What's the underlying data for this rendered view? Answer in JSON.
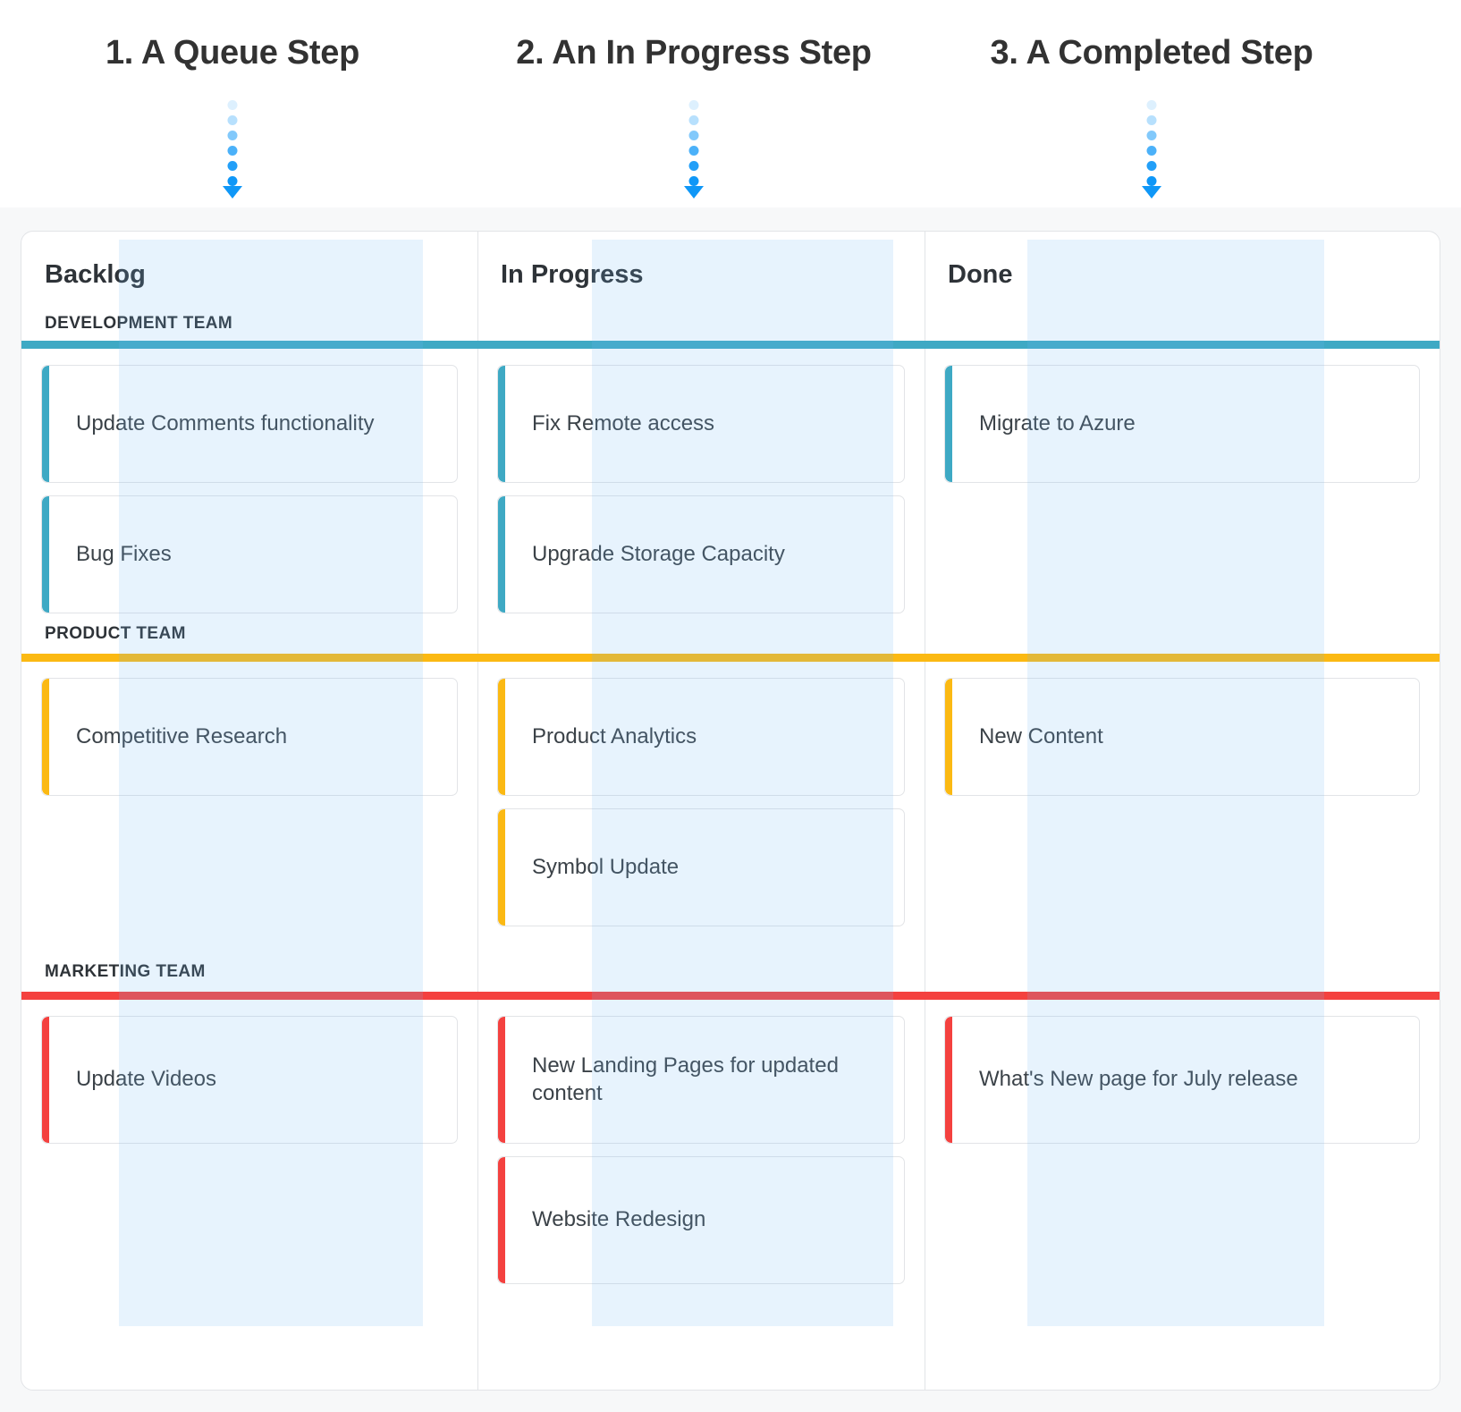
{
  "steps": [
    {
      "label": "1. A Queue Step",
      "arrow_icon": "arrow-down-dotted-icon"
    },
    {
      "label": "2. An In Progress Step",
      "arrow_icon": "arrow-down-dotted-icon"
    },
    {
      "label": "3. A Completed Step",
      "arrow_icon": "arrow-down-dotted-icon"
    }
  ],
  "colors": {
    "arrow": "#0f97f7",
    "highlight": "#e3f1fc",
    "development": "#3ea9c4",
    "product": "#fbb913",
    "marketing": "#f4413f",
    "board_border": "#e2e4e7",
    "page_bg": "#f7f8f9",
    "text": "#3b4248"
  },
  "board": {
    "columns": [
      {
        "title": "Backlog"
      },
      {
        "title": "In Progress"
      },
      {
        "title": "Done"
      }
    ],
    "lanes": [
      {
        "label": "DEVELOPMENT TEAM",
        "color": "#3ea9c4",
        "cards": {
          "backlog": [
            "Update Comments functionality",
            "Bug Fixes"
          ],
          "in_progress": [
            "Fix Remote access",
            "Upgrade Storage Capacity"
          ],
          "done": [
            "Migrate to Azure"
          ]
        }
      },
      {
        "label": "PRODUCT TEAM",
        "color": "#fbb913",
        "cards": {
          "backlog": [
            "Competitive Research"
          ],
          "in_progress": [
            "Product Analytics",
            "Symbol Update"
          ],
          "done": [
            "New Content"
          ]
        }
      },
      {
        "label": "MARKETING TEAM",
        "color": "#f4413f",
        "cards": {
          "backlog": [
            "Update Videos"
          ],
          "in_progress": [
            "New Landing Pages for updated content",
            "Website Redesign"
          ],
          "done": [
            "What's New page for July release"
          ]
        }
      }
    ]
  }
}
